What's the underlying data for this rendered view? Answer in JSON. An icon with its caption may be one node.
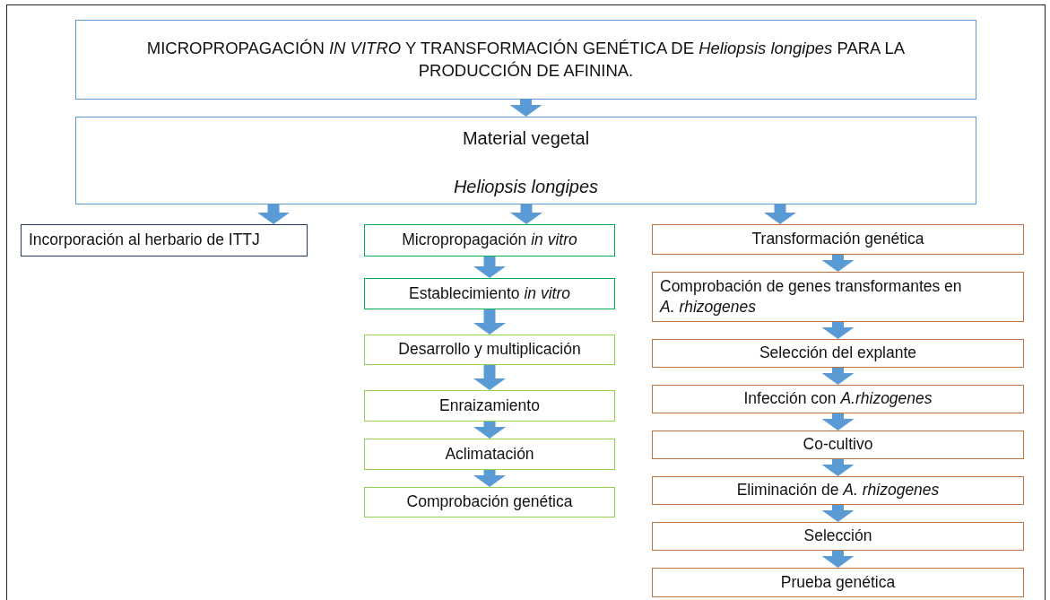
{
  "diagram": {
    "nodes": [
      {
        "text": [
          "MICROPROPAGACIÓN *IN VITRO* Y TRANSFORMACIÓN GENÉTICA DE *Heliopsis longipes* PARA LA PRODUCCIÓN DE AFININA."
        ]
      },
      {
        "text": [
          "Material vegetal",
          "Heliopsis longipes"
        ]
      },
      {
        "text": [
          "Incorporación al herbario de ITTJ"
        ]
      },
      {
        "text": [
          "Micropropagación  *in vitro*"
        ]
      },
      {
        "text": [
          "Establecimiento *in vitro*"
        ]
      },
      {
        "text": [
          "Desarrollo y multiplicación"
        ]
      },
      {
        "text": [
          "Enraizamiento"
        ]
      },
      {
        "text": [
          "Aclimatación"
        ]
      },
      {
        "text": [
          "Comprobación genética"
        ]
      },
      {
        "text": [
          "Transformación genética"
        ]
      },
      {
        "text": [
          "Comprobación de genes transformantes en *A. rhizogenes*"
        ]
      },
      {
        "text": [
          "Selección del explante"
        ]
      },
      {
        "text": [
          "Infección con *A.rhizogenes*"
        ]
      },
      {
        "text": [
          "Co-cultivo"
        ]
      },
      {
        "text": [
          "Eliminación de *A. rhizogenes*"
        ]
      },
      {
        "text": [
          "Selección"
        ]
      },
      {
        "text": [
          "Prueba genética"
        ]
      }
    ],
    "edges": [
      {
        "from": 0,
        "to": 1,
        "arrow": "to"
      },
      {
        "from": 1,
        "to": 2,
        "arrow": "to"
      },
      {
        "from": 1,
        "to": 3,
        "arrow": "to"
      },
      {
        "from": 1,
        "to": 9,
        "arrow": "to"
      },
      {
        "from": 3,
        "to": 4,
        "arrow": "to"
      },
      {
        "from": 4,
        "to": 5,
        "arrow": "to"
      },
      {
        "from": 5,
        "to": 6,
        "arrow": "to"
      },
      {
        "from": 6,
        "to": 7,
        "arrow": "to"
      },
      {
        "from": 7,
        "to": 8,
        "arrow": "to"
      },
      {
        "from": 9,
        "to": 10,
        "arrow": "to"
      },
      {
        "from": 10,
        "to": 11,
        "arrow": "to"
      },
      {
        "from": 11,
        "to": 12,
        "arrow": "to"
      },
      {
        "from": 12,
        "to": 13,
        "arrow": "to"
      },
      {
        "from": 13,
        "to": 14,
        "arrow": "to"
      },
      {
        "from": 14,
        "to": 15,
        "arrow": "to"
      },
      {
        "from": 15,
        "to": 16,
        "arrow": "to"
      }
    ]
  }
}
